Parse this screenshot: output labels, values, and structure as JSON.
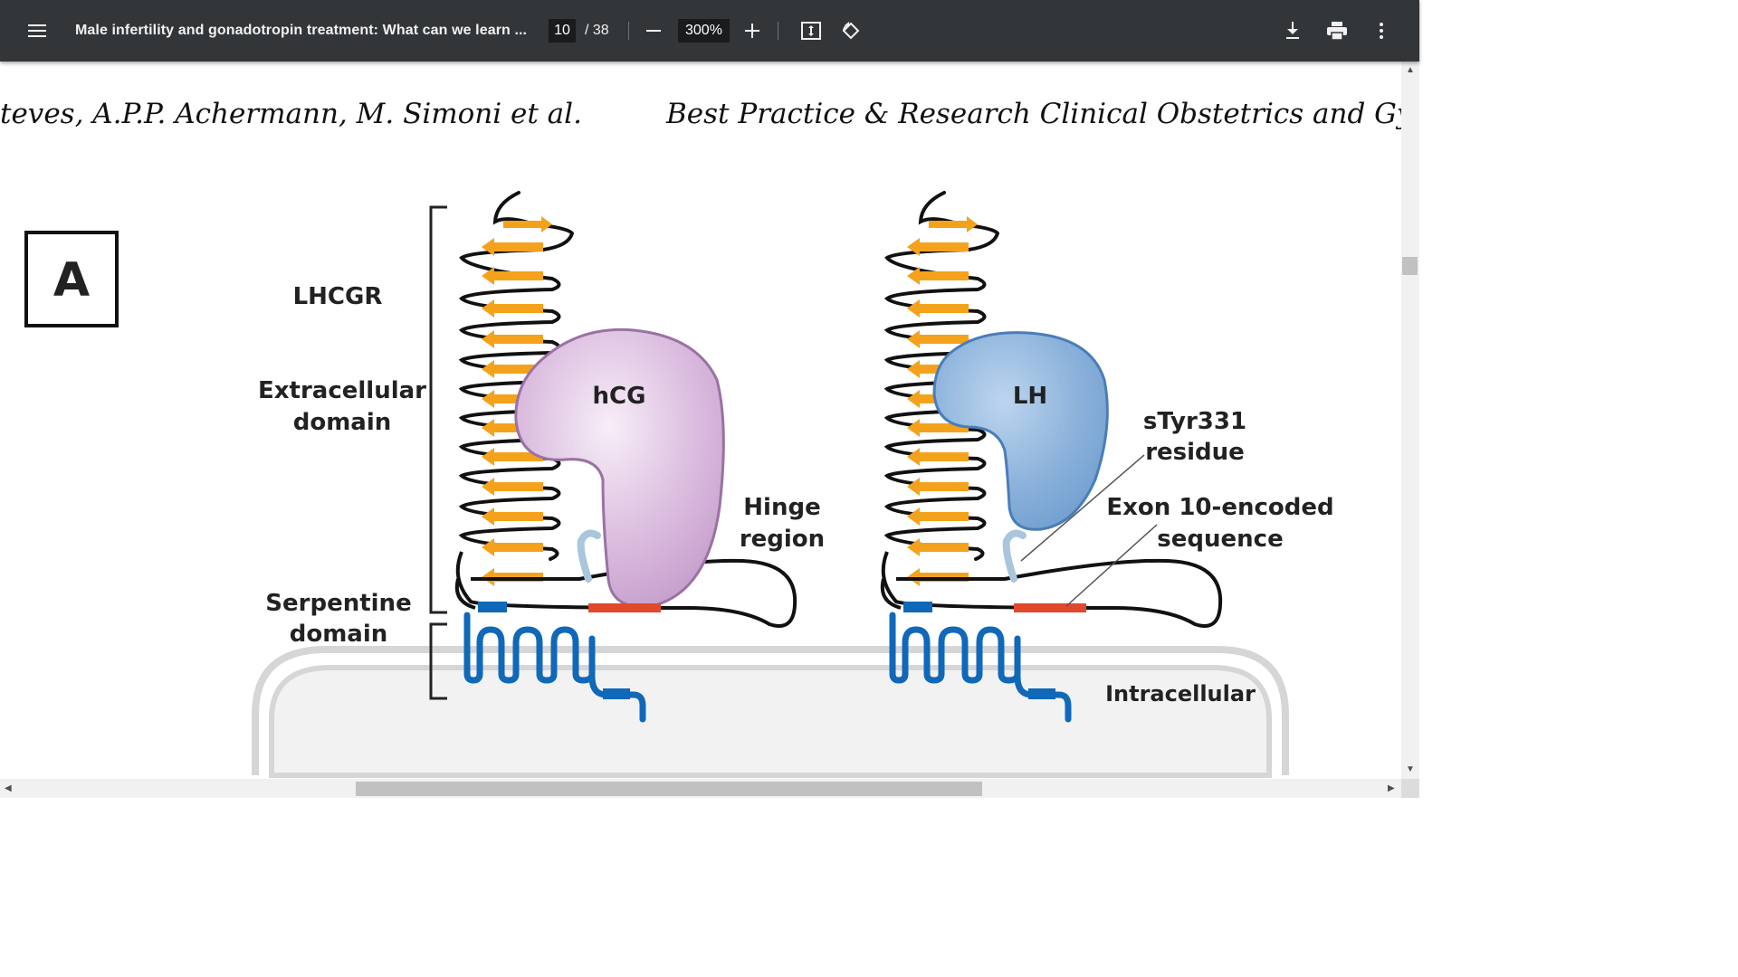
{
  "toolbar": {
    "title": "Male infertility and gonadotropin treatment: What can we learn ...",
    "page_current": "10",
    "page_total": "/ 38",
    "zoom": "300%",
    "icons": [
      "menu-icon",
      "zoom-out-icon",
      "zoom-in-icon",
      "fit-page-icon",
      "rotate-icon",
      "download-icon",
      "print-icon",
      "more-vert-icon"
    ]
  },
  "page": {
    "running_header_left": "teves, A.P.P. Achermann, M. Simoni et al.",
    "running_header_right": "Best Practice & Research Clinical Obstetrics and Gynaecolo"
  },
  "figure": {
    "panel_letter": "A",
    "labels": {
      "receptor": "LHCGR",
      "extracellular_1": "Extracellular",
      "extracellular_2": "domain",
      "serpentine_1": "Serpentine",
      "serpentine_2": "domain",
      "hormone_left": "hCG",
      "hinge_1": "Hinge",
      "hinge_2": "region",
      "hormone_right": "LH",
      "residue_1": "sTyr331",
      "residue_2": "residue",
      "exon_1": "Exon 10-encoded",
      "exon_2": "sequence",
      "intracellular": "Intracellular"
    },
    "colors": {
      "hcg": "#c9a3cf",
      "lh": "#7ea7d4",
      "arrow": "#f4a21c",
      "helix": "#1068b8",
      "exon10": "#e0492c",
      "membrane": "#d6d6d6"
    }
  }
}
